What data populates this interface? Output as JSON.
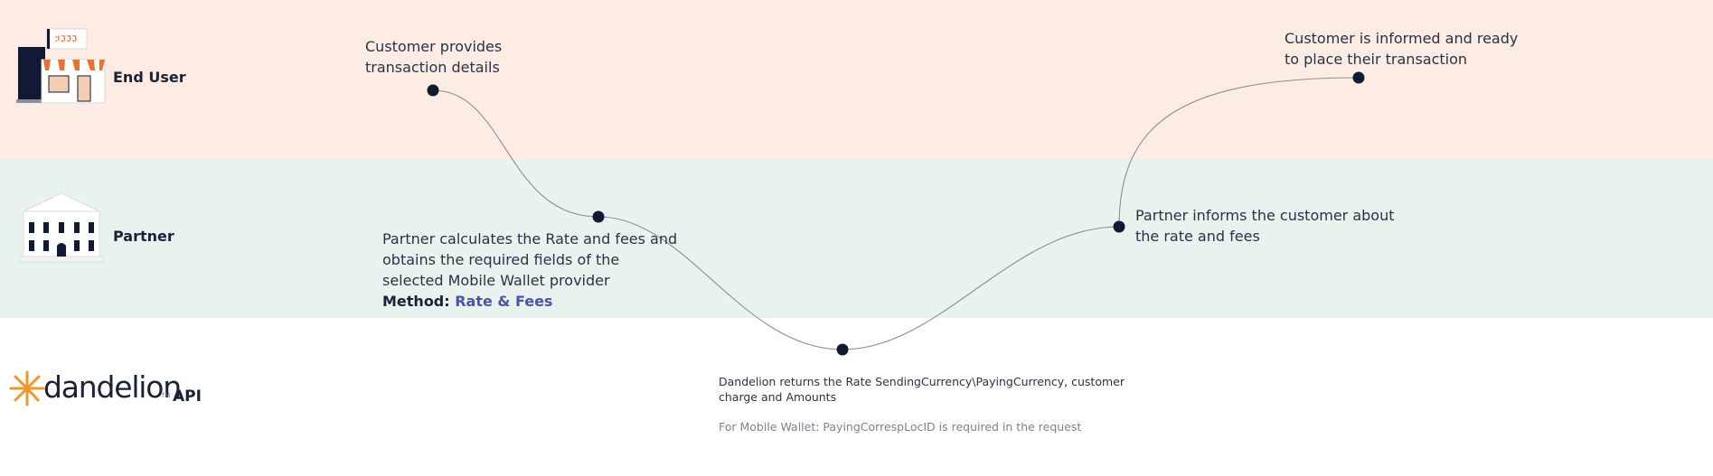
{
  "lanes": {
    "end_user": {
      "label": "End User"
    },
    "partner": {
      "label": "Partner"
    },
    "api": {
      "brand": "dandelion",
      "suffix": "API"
    }
  },
  "steps": [
    {
      "text_lines": [
        "Customer provides",
        "transaction details"
      ]
    },
    {
      "text_lines": [
        "Partner calculates the Rate and fees and",
        "obtains the required fields of the",
        "selected Mobile Wallet provider"
      ],
      "method_label": "Method",
      "method_value": "Rate & Fees"
    },
    {
      "text_lines": [
        "Dandelion returns the Rate SendingCurrency\\PayingCurrency, customer",
        "charge and Amounts"
      ],
      "note": "For Mobile Wallet: PayingCorrespLocID is required in the request"
    },
    {
      "text_lines": [
        "Partner informs the customer about",
        "the rate and fees"
      ]
    },
    {
      "text_lines": [
        "Customer is informed and ready",
        "to place their transaction"
      ]
    }
  ],
  "colors": {
    "end_user_lane": "#fdece4",
    "partner_lane": "#eaf2f0",
    "api_lane": "#ffffff",
    "node": "#101a35",
    "method_link": "#4a55a8",
    "brand_orange": "#f0962e"
  },
  "icons": {
    "end_user": "storefront-icon",
    "partner": "bank-building-icon",
    "api": "dandelion-logo-icon"
  }
}
